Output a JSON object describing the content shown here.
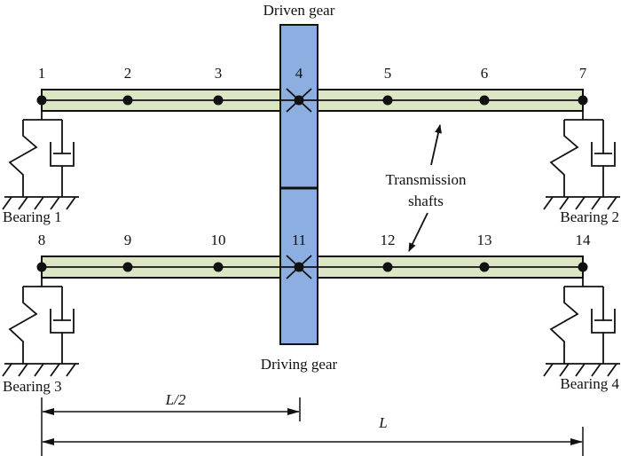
{
  "colors": {
    "gear_fill": "#8caee0",
    "shaft_fill": "#dbe7c4",
    "line": "#111111"
  },
  "labels": {
    "driven_gear": "Driven gear",
    "driving_gear": "Driving gear",
    "transmission_shafts_line1": "Transmission",
    "transmission_shafts_line2": "shafts",
    "bearing1": "Bearing 1",
    "bearing2": "Bearing 2",
    "bearing3": "Bearing 3",
    "bearing4": "Bearing 4",
    "dim_half": "L/2",
    "dim_full": "L"
  },
  "nodes_top": [
    "1",
    "2",
    "3",
    "4",
    "5",
    "6",
    "7"
  ],
  "nodes_bottom": [
    "8",
    "9",
    "10",
    "11",
    "12",
    "13",
    "14"
  ]
}
